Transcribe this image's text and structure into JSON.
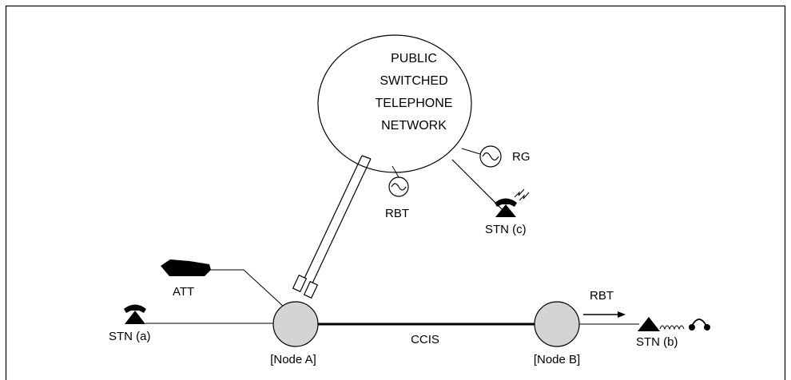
{
  "network": {
    "lines": [
      "PUBLIC",
      "SWITCHED",
      "TELEPHONE",
      "NETWORK"
    ]
  },
  "labels": {
    "rg": "RG",
    "rbt_network": "RBT",
    "stn_c": "STN (c)",
    "att": "ATT",
    "stn_a": "STN (a)",
    "node_a": "[Node A]",
    "ccis": "CCIS",
    "node_b": "[Node B]",
    "rbt_link": "RBT",
    "stn_b": "STN (b)"
  },
  "icons": {
    "tone_generator": "sine-wave-circle-icon",
    "telephone": "telephone-icon",
    "attendant_console": "attendant-console-icon",
    "ringing": "ringing-signal-icon",
    "headset": "headset-icon",
    "arrow": "right-arrow-icon"
  },
  "colors": {
    "line": "#000000",
    "node_fill": "#d4d4d4",
    "background": "#ffffff"
  }
}
